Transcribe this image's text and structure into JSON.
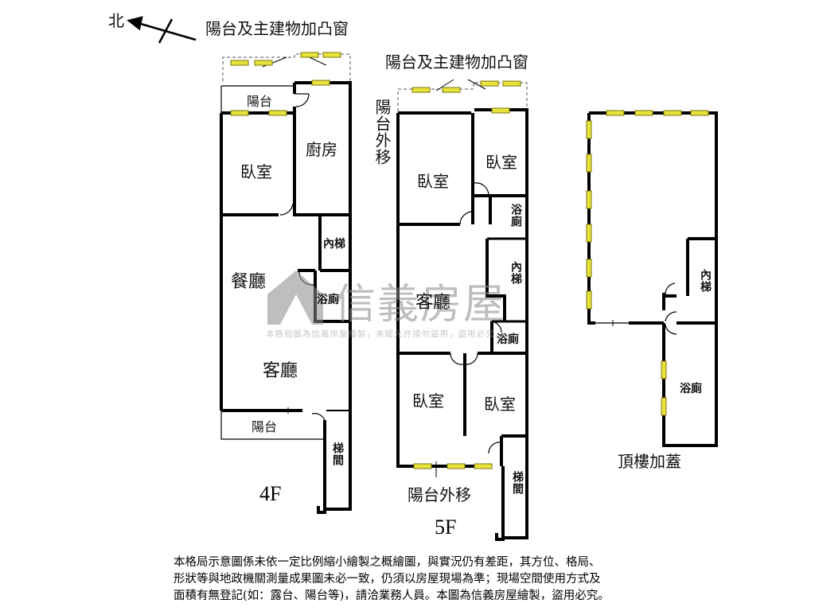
{
  "north": {
    "label": "北"
  },
  "floor_4f": {
    "floor_label": "4F",
    "annotation_top": "陽台及主建物加凸窗",
    "rooms": {
      "balcony_top": "陽台",
      "kitchen": "廚房",
      "bedroom": "臥室",
      "dining": "餐廳",
      "inner_stair": "內梯",
      "bath": "浴廁",
      "living": "客廳",
      "balcony_bottom": "陽台",
      "stairwell": "梯間"
    }
  },
  "floor_5f": {
    "floor_label": "5F",
    "annotation_top": "陽台及主建物加凸窗",
    "annotation_side": "陽台外移",
    "annotation_bottom": "陽台外移",
    "rooms": {
      "bedroom_nw": "臥室",
      "bedroom_ne": "臥室",
      "bath_1": "浴廁",
      "inner_stair": "內梯",
      "living": "客廳",
      "bath_2": "浴廁",
      "bedroom_sw": "臥室",
      "bedroom_se": "臥室",
      "stairwell": "梯間"
    }
  },
  "floor_roof": {
    "floor_label": "頂樓加蓋",
    "rooms": {
      "inner_stair": "內梯",
      "bath": "浴廁"
    }
  },
  "watermark": {
    "brand": "信義房屋",
    "subtitle": "本格局圖為信義房屋繪製，未經允許請勿盜用，盜用必究"
  },
  "disclaimer": [
    "本格局示意圖係未依一定比例縮小繪製之概繪圖，與實況仍有差距，其方位、格局、",
    "形狀等與地政機關測量成果圖未必一致，仍須以房屋現場為準；現場空間使用方式及",
    "面積有無登記(如：露台、陽台等)，請洽業務人員。本圖為信義房屋繪製，盜用必究。"
  ],
  "colors": {
    "wall": "#000000",
    "window_fill": "#e8e33a",
    "window_stroke": "#7a7410",
    "annex_line": "#555555",
    "watermark": "#8a8a8a"
  }
}
